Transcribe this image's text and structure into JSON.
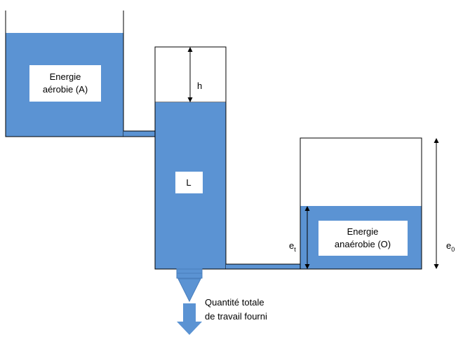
{
  "tanks": {
    "aerobic": {
      "label_line1": "Energie",
      "label_line2": "aérobie (A)"
    },
    "middle": {
      "label": "L",
      "gap_label": "h"
    },
    "anaerobic": {
      "label_line1": "Energie",
      "label_line2": "anaérobie (O)"
    }
  },
  "dimensions": {
    "et_main": "e",
    "et_sub": "t",
    "e0_main": "e",
    "e0_sub": "0"
  },
  "output": {
    "line1": "Quantité totale",
    "line2": "de travail fourni"
  },
  "colors": {
    "fluid": "#5b93d3",
    "outline": "#000000",
    "label_box": "#ffffff"
  }
}
